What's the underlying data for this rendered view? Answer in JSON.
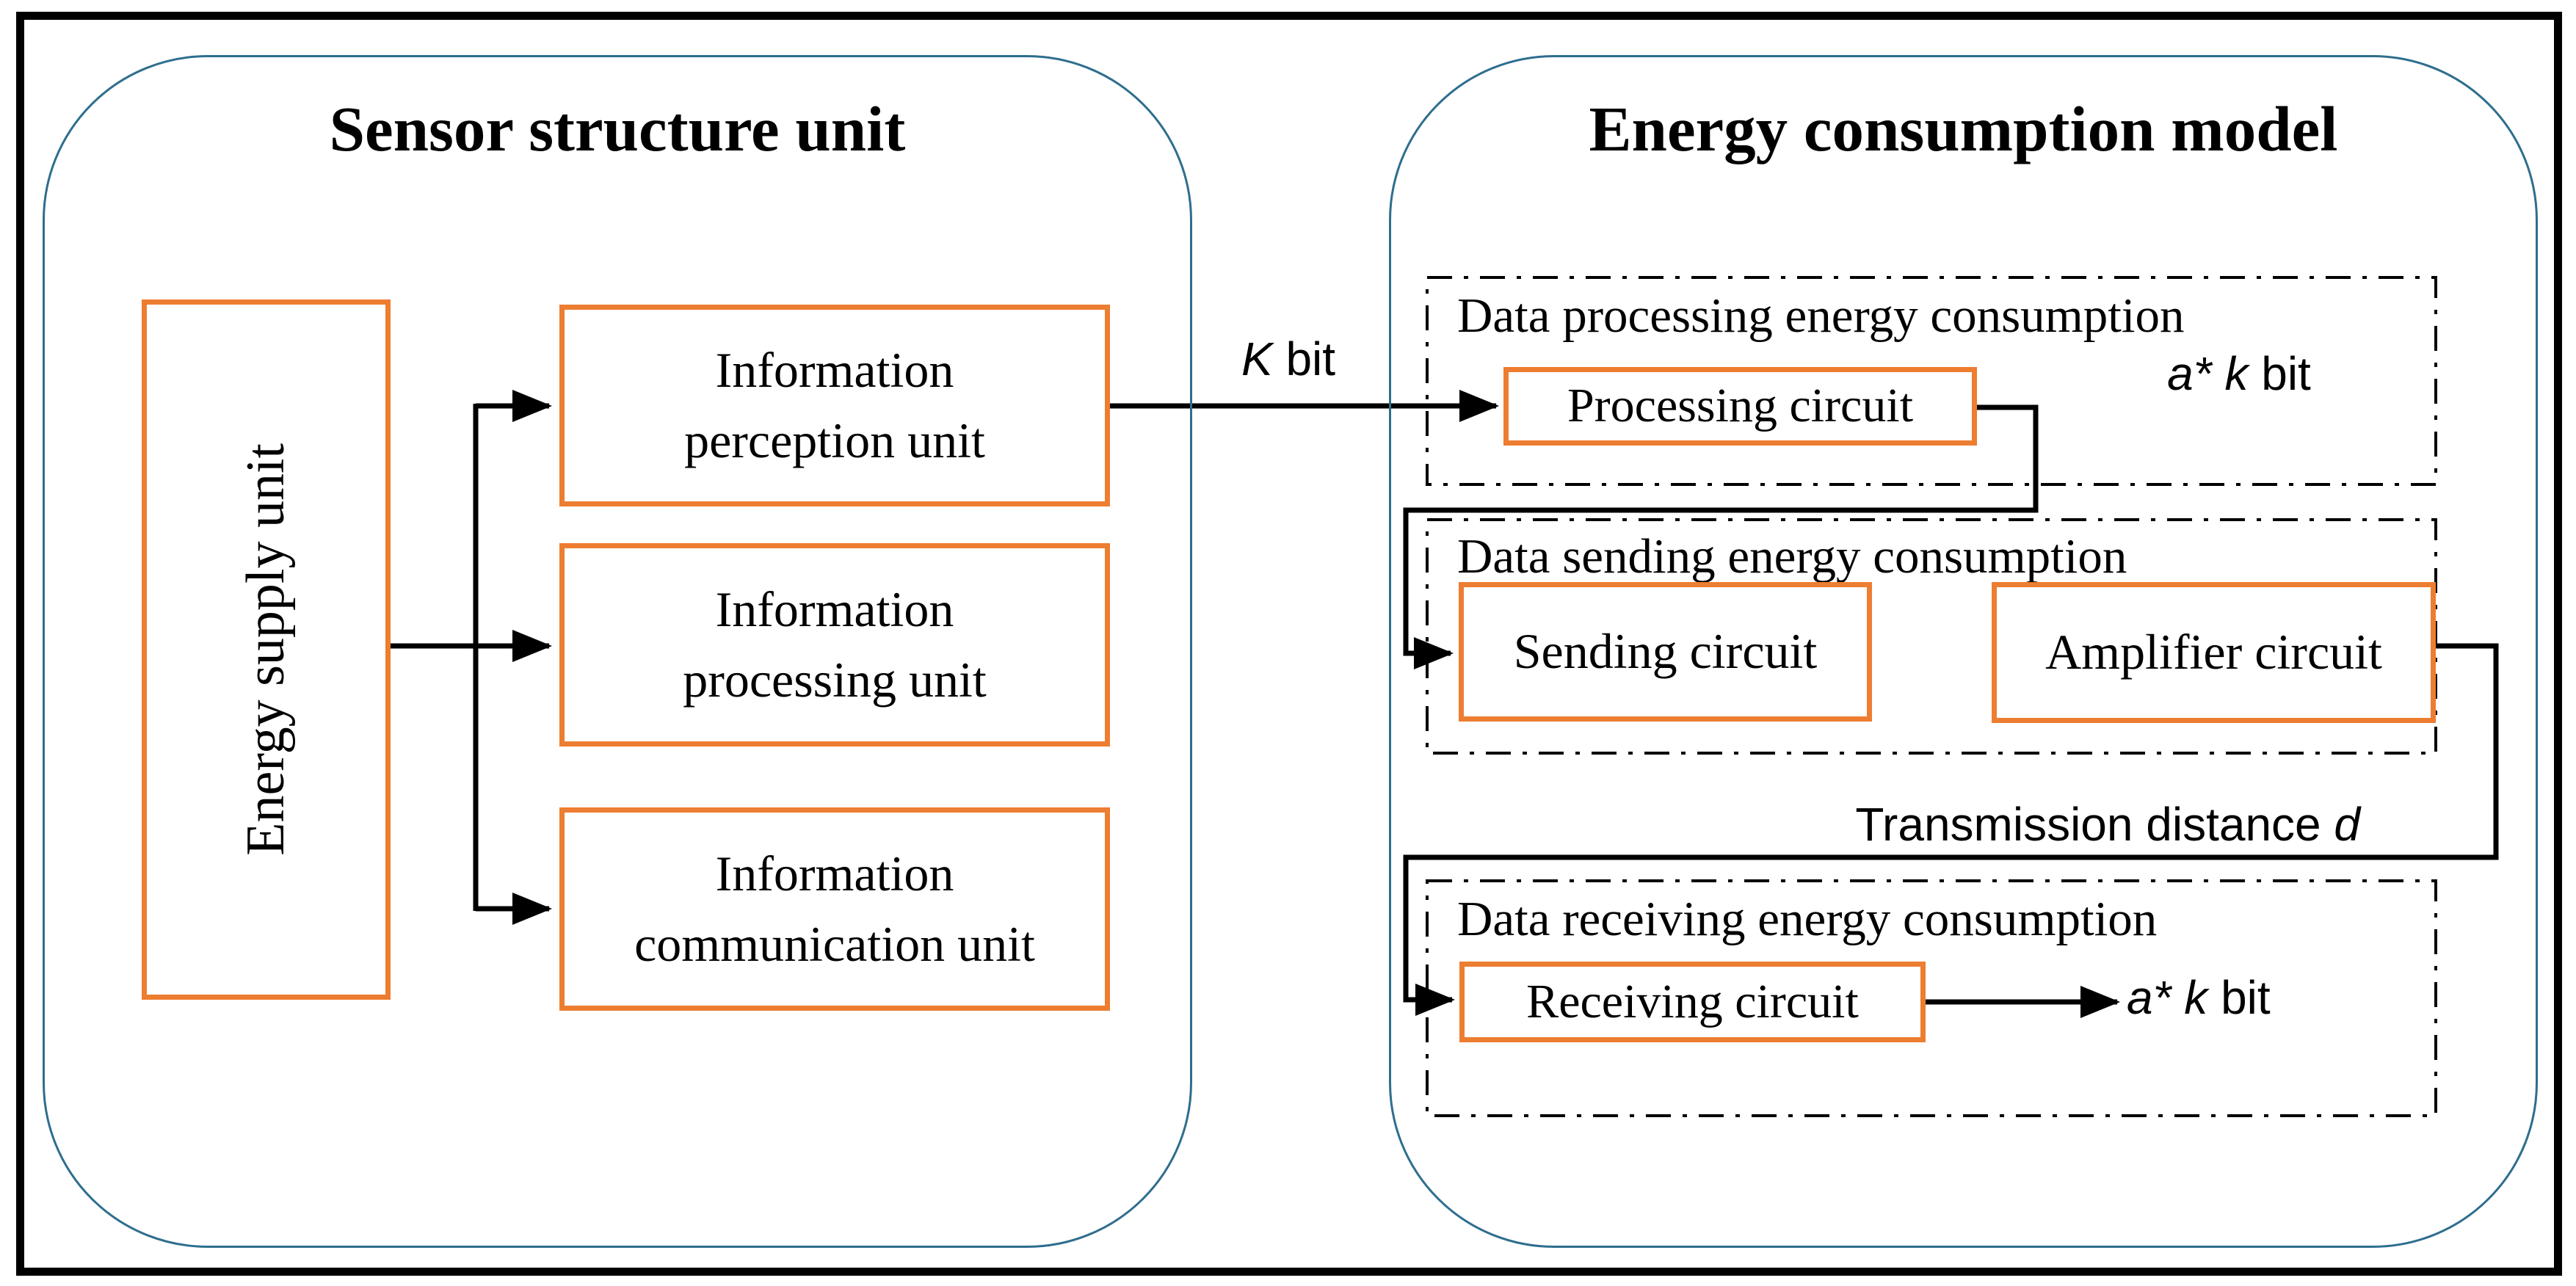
{
  "colors": {
    "accent_orange": "#ED7D31",
    "outline_blue": "#2E6E8E",
    "connector_black": "#000000",
    "background": "#FFFFFF"
  },
  "left_panel": {
    "title": "Sensor structure unit",
    "energy_supply_label": "Energy supply unit",
    "units": [
      {
        "line1": "Information",
        "line2": "perception unit"
      },
      {
        "line1": "Information",
        "line2": "processing unit"
      },
      {
        "line1": "Information",
        "line2": "communication unit"
      }
    ]
  },
  "right_panel": {
    "title": "Energy consumption model",
    "processing_section": {
      "caption": "Data processing energy consumption",
      "box": "Processing circuit",
      "output_label": {
        "em": "a* k",
        "rest": " bit"
      }
    },
    "sending_section": {
      "caption": "Data sending energy consumption",
      "box_sending": "Sending circuit",
      "box_amplifier": "Amplifier circuit"
    },
    "receiving_section": {
      "caption": "Data receiving energy consumption",
      "box": "Receiving circuit",
      "output_label": {
        "em": "a* k",
        "rest": " bit"
      }
    },
    "transmission_label": {
      "rest": "Transmission distance ",
      "em": "d"
    }
  },
  "flow_labels": {
    "k_bit": {
      "em": "K",
      "rest": " bit"
    }
  }
}
